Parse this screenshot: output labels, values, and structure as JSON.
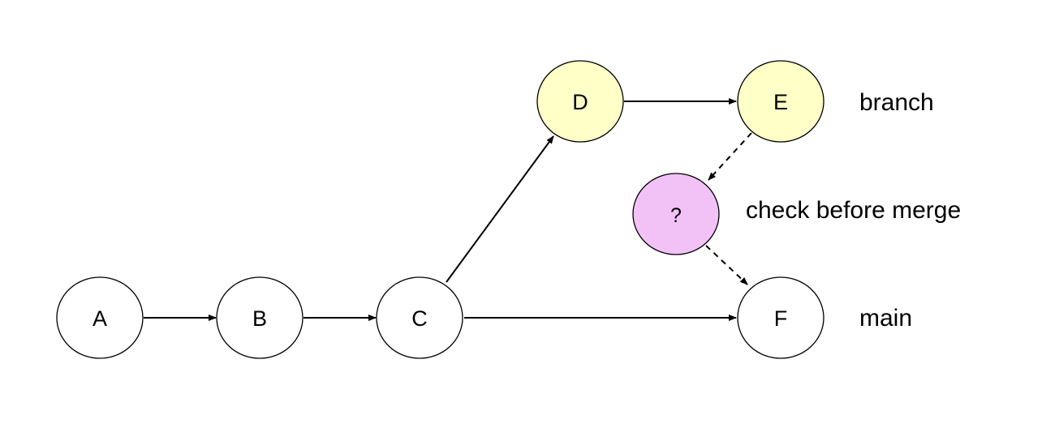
{
  "diagram": {
    "colors": {
      "default_fill": "#ffffff",
      "branch_fill": "#ffffc8",
      "check_fill": "#f2c2f7",
      "stroke": "#000000"
    },
    "nodes": {
      "a": {
        "label": "A",
        "fill": "default"
      },
      "b": {
        "label": "B",
        "fill": "default"
      },
      "c": {
        "label": "C",
        "fill": "default"
      },
      "d": {
        "label": "D",
        "fill": "branch"
      },
      "e": {
        "label": "E",
        "fill": "branch"
      },
      "f": {
        "label": "F",
        "fill": "default"
      },
      "q": {
        "label": "?",
        "fill": "check"
      }
    },
    "edges": [
      {
        "from": "A",
        "to": "B",
        "style": "solid"
      },
      {
        "from": "B",
        "to": "C",
        "style": "solid"
      },
      {
        "from": "C",
        "to": "D",
        "style": "solid"
      },
      {
        "from": "D",
        "to": "E",
        "style": "solid"
      },
      {
        "from": "C",
        "to": "F",
        "style": "solid"
      },
      {
        "from": "E",
        "to": "?",
        "style": "dashed"
      },
      {
        "from": "?",
        "to": "F",
        "style": "dashed"
      }
    ],
    "labels": {
      "branch": "branch",
      "check": "check before merge",
      "main": "main"
    }
  }
}
